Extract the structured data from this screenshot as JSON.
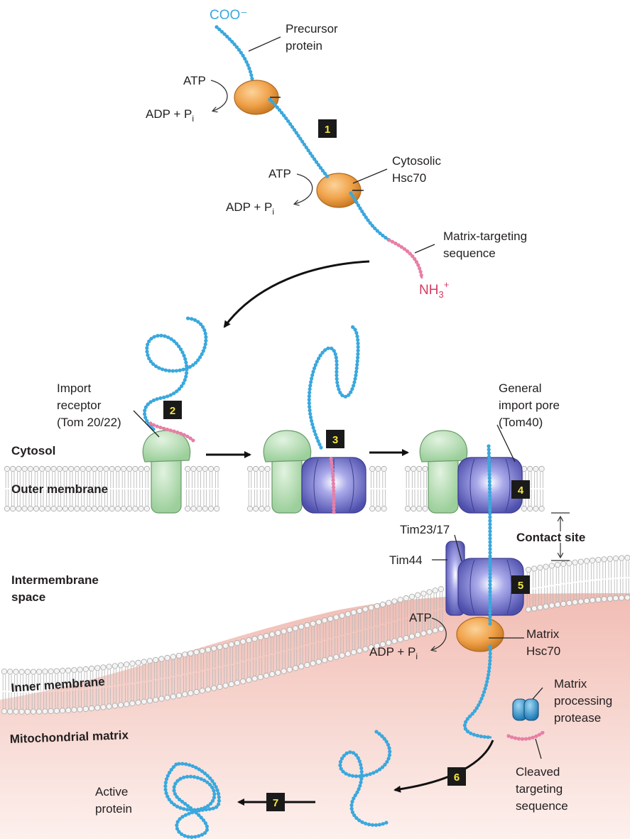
{
  "colors": {
    "chain": "#3aa8dd",
    "targeting": "#e77fa6",
    "chaperone": "#f0a24a",
    "receptor": "#a8d8a8",
    "pore": "#6567c4",
    "matrix_tint": "#f2c9c1",
    "badge_bg": "#1a1a1a",
    "badge_fg": "#f5e642"
  },
  "labels": {
    "coo": "COO⁻",
    "precursor_line1": "Precursor",
    "precursor_line2": "protein",
    "atp1": "ATP",
    "adp1": "ADP + P",
    "pi_sub1": "i",
    "atp2": "ATP",
    "adp2": "ADP + P",
    "pi_sub2": "i",
    "hsc70_line1": "Cytosolic",
    "hsc70_line2": "Hsc70",
    "mts_line1": "Matrix-targeting",
    "mts_line2": "sequence",
    "nh3": "NH",
    "nh3_sub": "3",
    "nh3_sup": "+",
    "import_line1": "Import",
    "import_line2": "receptor",
    "import_line3": "(Tom 20/22)",
    "pore_line1": "General",
    "pore_line2": "import pore",
    "pore_line3": "(Tom40)",
    "cytosol": "Cytosol",
    "outer_membrane": "Outer membrane",
    "tim2317": "Tim23/17",
    "tim44": "Tim44",
    "contact_site": "Contact site",
    "ims_line1": "Intermembrane",
    "ims_line2": "space",
    "atp3": "ATP",
    "adp3": "ADP + P",
    "pi_sub3": "i",
    "mhsc_line1": "Matrix",
    "mhsc_line2": "Hsc70",
    "inner_membrane": "Inner membrane",
    "mpp_line1": "Matrix",
    "mpp_line2": "processing",
    "mpp_line3": "protease",
    "matrix": "Mitochondrial matrix",
    "cleaved_line1": "Cleaved",
    "cleaved_line2": "targeting",
    "cleaved_line3": "sequence",
    "active_line1": "Active",
    "active_line2": "protein"
  },
  "steps": [
    "1",
    "2",
    "3",
    "4",
    "5",
    "6",
    "7"
  ]
}
